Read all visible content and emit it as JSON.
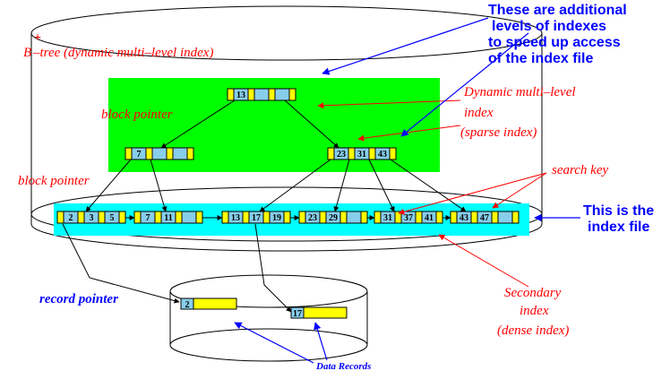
{
  "title": {
    "plus": "+",
    "b": "B",
    "rest": " –tree (dynamic multi–level index)"
  },
  "annotations": {
    "additional": [
      "These are additional",
      "levels of indexes",
      "to speed up access",
      "of the index file"
    ],
    "dynamic": [
      "Dynamic multi–level",
      "index",
      "(sparse index)"
    ],
    "block_pointer_1": "block pointer",
    "block_pointer_2": "block pointer",
    "search_key": "search key",
    "index_file": [
      "This is the",
      "index file"
    ],
    "secondary": [
      "Secondary",
      "index",
      "(dense index)"
    ],
    "record_pointer": "record pointer",
    "data_records": "Data Records"
  },
  "nodes": {
    "root": [
      "13"
    ],
    "level2_left": [
      "7"
    ],
    "level2_right": [
      "23",
      "31",
      "43"
    ],
    "leaves": [
      [
        "2",
        "3",
        "5"
      ],
      [
        "7",
        "11"
      ],
      [
        "13",
        "17",
        "19"
      ],
      [
        "23",
        "29"
      ],
      [
        "31",
        "37",
        "41"
      ],
      [
        "43",
        "47"
      ]
    ]
  },
  "records": [
    "2",
    "17"
  ],
  "colors": {
    "green_panel": "#00ff00",
    "cyan_panel": "#00ffff",
    "pointer_cell": "#ffff00",
    "key_cell": "#87ceeb",
    "red_text": "#ff0000",
    "blue_text": "#0000ff"
  }
}
